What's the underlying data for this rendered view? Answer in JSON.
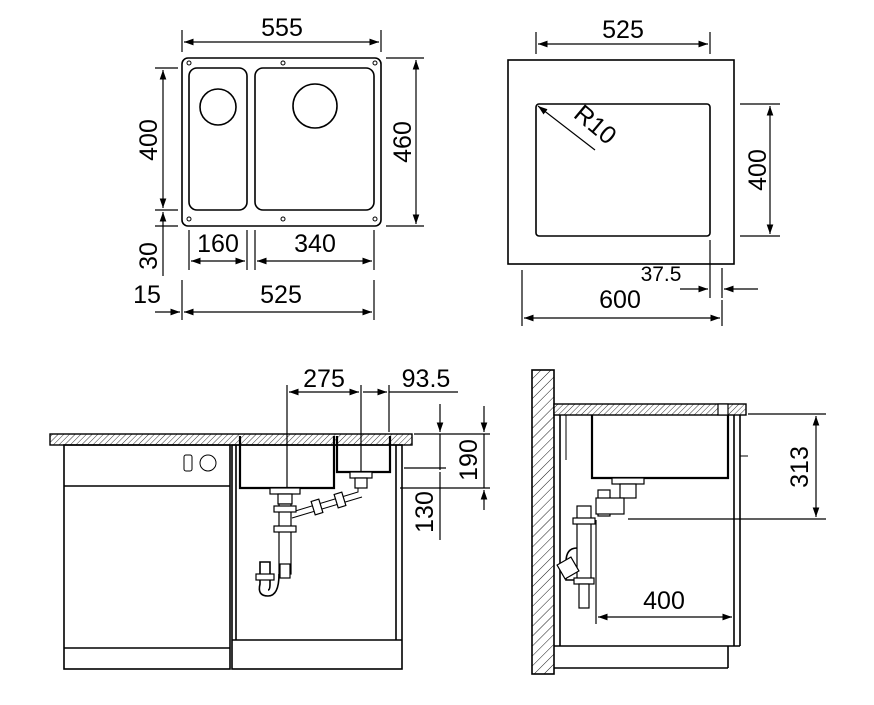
{
  "top_left_view": {
    "overall_width": "555",
    "overall_height": "460",
    "bowl_height": "400",
    "flange_offset": "30",
    "small_bowl_width": "160",
    "large_bowl_width": "340",
    "edge_offset": "15",
    "cabinet_width": "525"
  },
  "top_right_view": {
    "bowl_width": "525",
    "corner_radius": "R10",
    "bowl_depth": "400",
    "back_gap": "37.5",
    "worktop_depth": "600"
  },
  "front_view": {
    "drain_offset": "275",
    "small_bowl_offset": "93.5",
    "overall_depth": "190",
    "drain_height": "130"
  },
  "side_view": {
    "outlet_height": "313",
    "wall_distance": "400"
  }
}
